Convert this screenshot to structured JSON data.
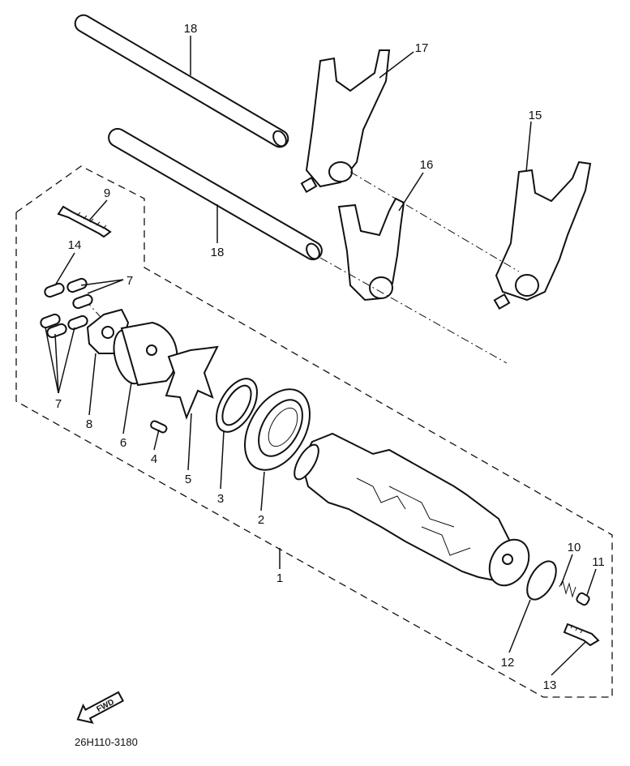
{
  "callouts": {
    "c1": "1",
    "c2": "2",
    "c3": "3",
    "c4": "4",
    "c5": "5",
    "c6": "6",
    "c7a": "7",
    "c7b": "7",
    "c8": "8",
    "c9": "9",
    "c10": "10",
    "c11": "11",
    "c12": "12",
    "c13": "13",
    "c14": "14",
    "c15": "15",
    "c16": "16",
    "c17": "17",
    "c18a": "18",
    "c18b": "18"
  },
  "fwd_label": "FWD",
  "diagram_code": "26H110-3180"
}
